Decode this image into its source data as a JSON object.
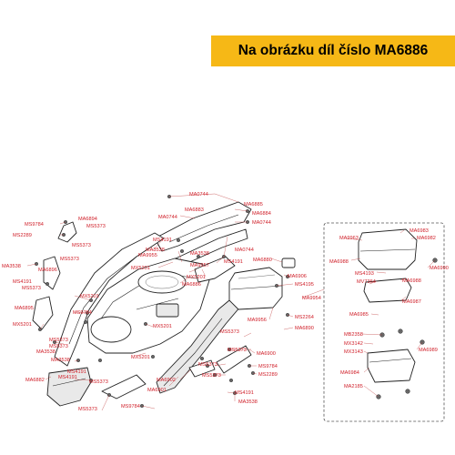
{
  "banner": {
    "text": "Na obrázku díl číslo MA6886",
    "color": "#f6b816"
  },
  "colors": {
    "label": "#d0202a",
    "line": "#222222"
  },
  "labels": [
    "MA0744",
    "MA6885",
    "MA6883",
    "MA6884",
    "MA0744",
    "MA0744",
    "MS9784",
    "MA6894",
    "MS5373",
    "MS2289",
    "MS5373",
    "MS5373",
    "MA3538",
    "MA6896",
    "MS4191",
    "MS5373",
    "MX5201",
    "MA6895",
    "MS9784",
    "MX5201",
    "MS5373",
    "MS5373",
    "MA3538",
    "MA3538",
    "MA6882",
    "MS4191",
    "MS4191",
    "MS5373",
    "MS5373",
    "MS9784",
    "MS4191",
    "MA3538",
    "MA9955",
    "MA3538",
    "MA0744",
    "MX5201",
    "MA9957",
    "MX5201",
    "MS4191",
    "MA6886",
    "MA6880",
    "MA6906",
    "MS4195",
    "MA9954",
    "MX5201",
    "MA9956",
    "MS2264",
    "MA6890",
    "MS5373",
    "MA6900",
    "MS5373",
    "MS5373",
    "MS9784",
    "MS2289",
    "MA6902",
    "MA6901",
    "MX5201",
    "MS4191",
    "MA3538",
    "MS5373",
    "MA6983",
    "MA9963",
    "MA6982",
    "MA6988",
    "MA6990",
    "MS4193",
    "MV7364",
    "MA6988",
    "MA6987",
    "MA6985",
    "MB2358",
    "MX3142",
    "MX3143",
    "MA6989",
    "MA6984",
    "MA2185"
  ]
}
